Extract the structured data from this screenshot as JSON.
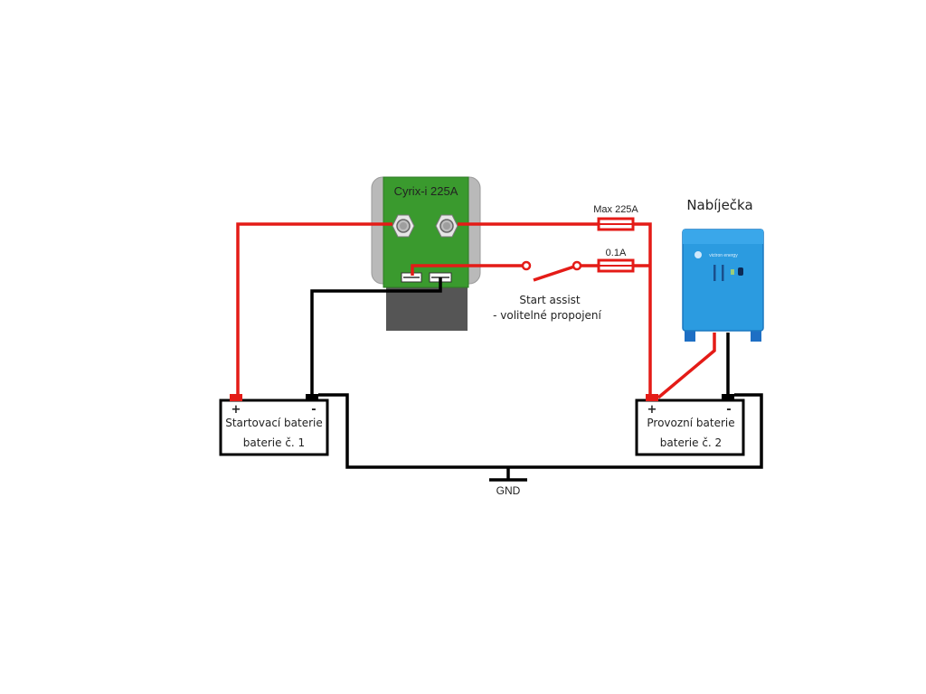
{
  "title": "Cyrix-i 225A battery combiner wiring diagram",
  "colors": {
    "positive_wire": "#e41b17",
    "negative_wire": "#000000",
    "cyrix_body": "#3a9a2e",
    "cyrix_housing": "#b7b7b7",
    "cyrix_base": "#555555",
    "charger_body": "#2b9be0"
  },
  "cyrix": {
    "label": "Cyrix-i 225A"
  },
  "fuses": [
    {
      "label": "Max 225A"
    },
    {
      "label": "0.1A"
    }
  ],
  "switch": {
    "label_line1": "Start assist",
    "label_line2": "- volitelné propojení"
  },
  "charger": {
    "label": "Nabíječka",
    "brand_text": "victron energy"
  },
  "batteries": [
    {
      "plus": "+",
      "minus": "-",
      "line1": "Startovací baterie",
      "line2": "baterie č. 1"
    },
    {
      "plus": "+",
      "minus": "-",
      "line1": "Provozní baterie",
      "line2": "baterie č. 2"
    }
  ],
  "ground": {
    "label": "GND"
  }
}
